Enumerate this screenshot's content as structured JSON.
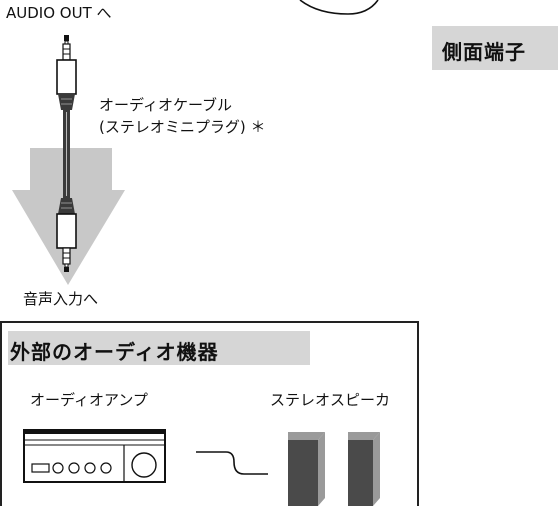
{
  "labels": {
    "audio_out": "AUDIO OUT へ",
    "cable_line1": "オーディオケーブル",
    "cable_line2": "(ステレオミニプラグ) ＊",
    "side_terminal": "側面端子",
    "audio_input": "音声入力へ",
    "section_title": "外部のオーディオ機器",
    "amp": "オーディオアンプ",
    "speaker": "ステレオスピーカ"
  },
  "colors": {
    "arrow_fill": "#c8c8c8",
    "panel_gray": "#d6d6d6",
    "cable_dark": "#3a3a3a",
    "speaker_dark": "#4a4a4a",
    "speaker_light": "#9a9a9a"
  },
  "icons": {
    "plug_top": "stereo-mini-plug-icon",
    "plug_bottom": "stereo-mini-plug-icon",
    "amp": "audio-amplifier-icon",
    "speakers": "stereo-speakers-icon"
  }
}
